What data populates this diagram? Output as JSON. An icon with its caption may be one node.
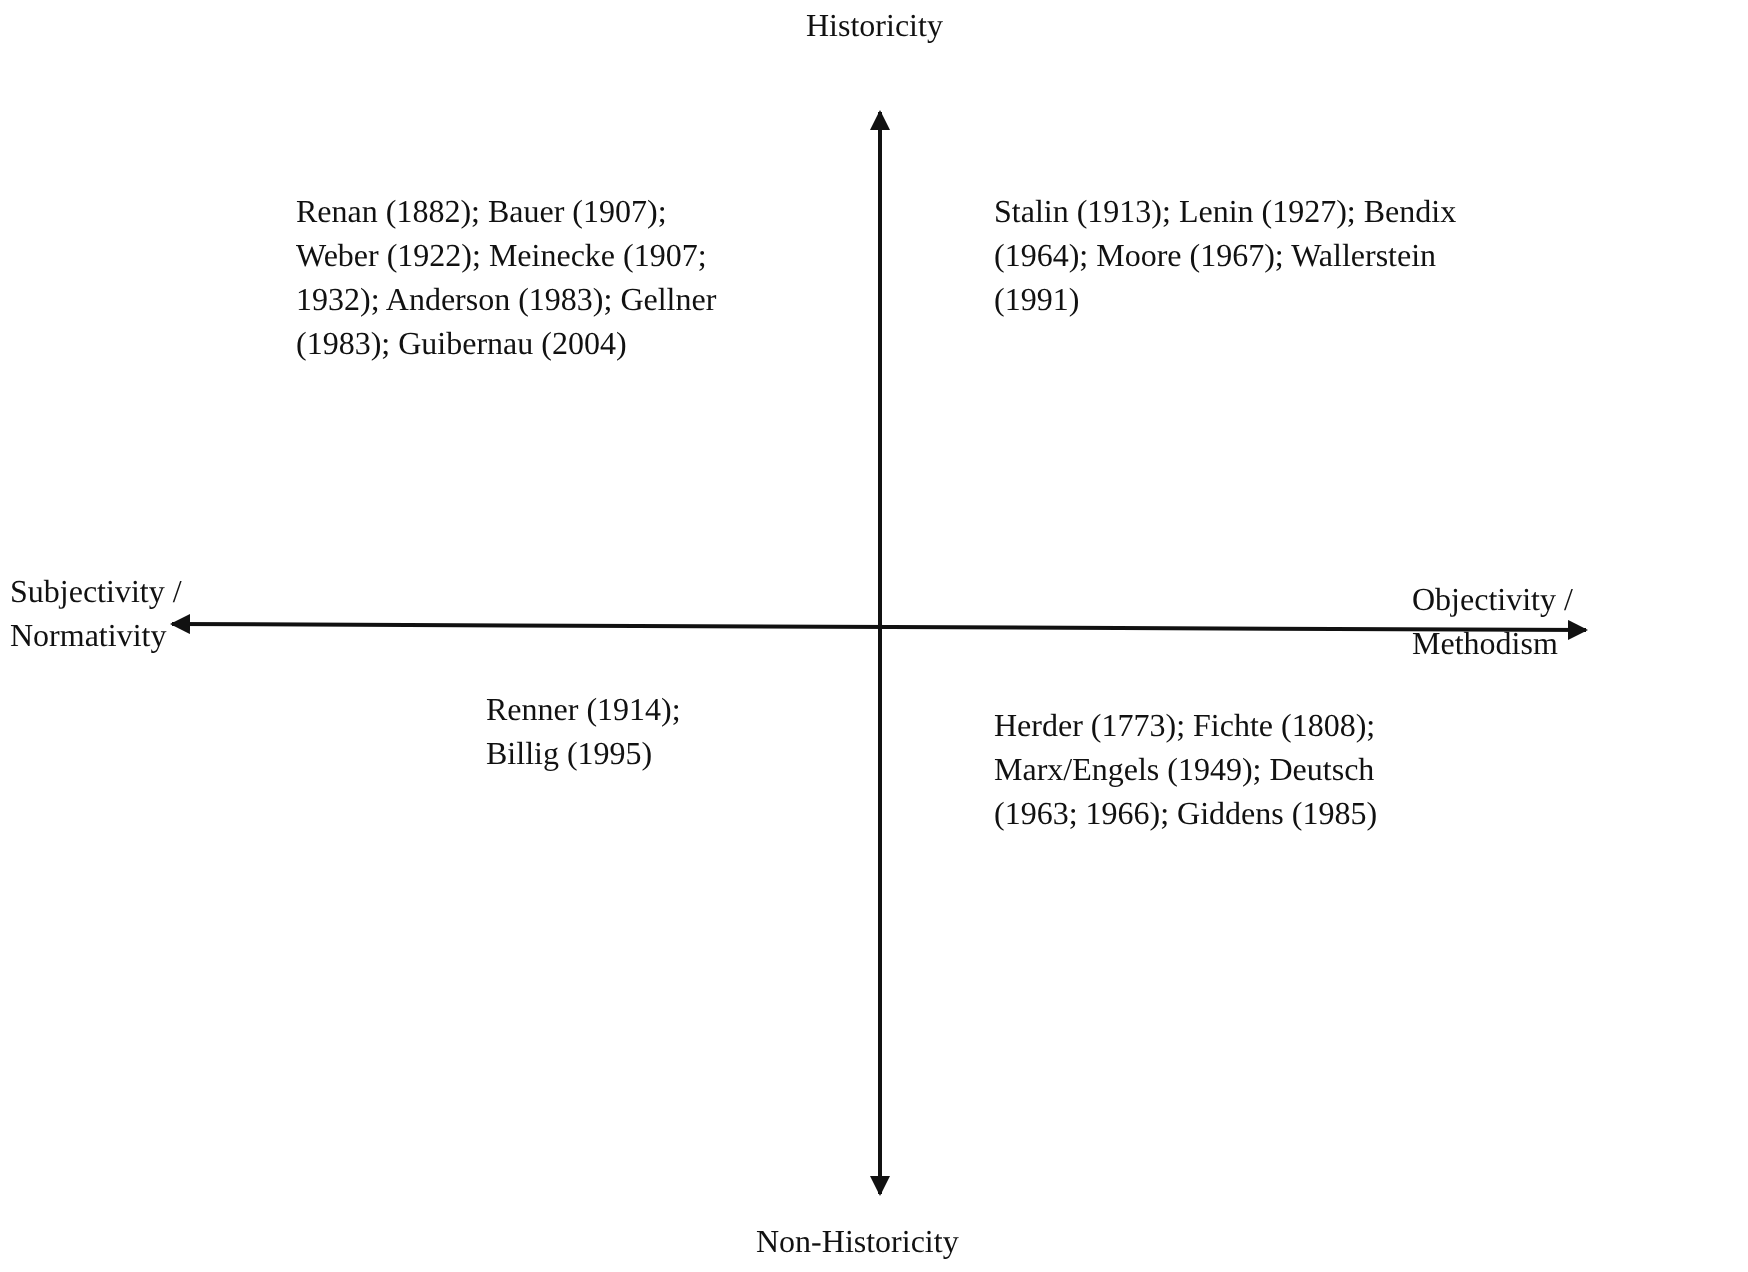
{
  "diagram": {
    "labels": [
      "Historicity",
      "Renan (1882); Bauer (1907); Weber (1922); Meinecke (1907; 1932); Anderson (1983); Gellner (1983); Guibernau (2004)",
      "Stalin (1913); Lenin (1927); Bendix (1964); Moore (1967); Wallerstein (1991)",
      "Subjectivity / Normativity",
      "Objectivity / Methodism",
      "Renner (1914); Billig (1995)",
      "Herder (1773); Fichte (1808); Marx/Engels (1949); Deutsch (1963; 1966); Giddens (1985)",
      "Non-Historicity"
    ]
  }
}
